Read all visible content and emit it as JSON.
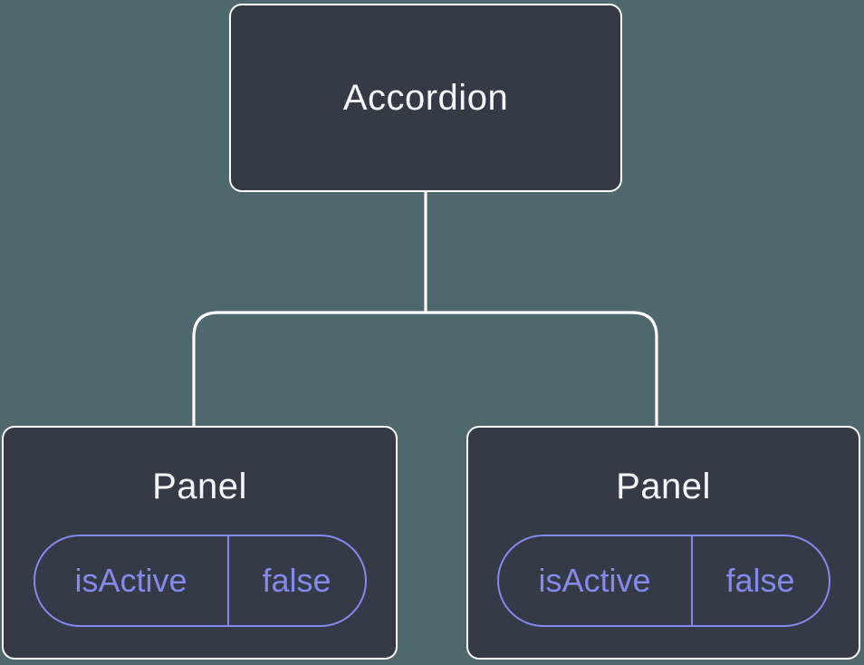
{
  "colors": {
    "background": "#4E686D",
    "node_fill": "#343A46",
    "node_border": "#FFFFFF",
    "node_text": "#F6F7F9",
    "accent_purple": "#8589EC",
    "connector": "#FFFFFF"
  },
  "tree": {
    "root": {
      "label": "Accordion"
    },
    "children": [
      {
        "label": "Panel",
        "prop": {
          "name": "isActive",
          "value": "false"
        }
      },
      {
        "label": "Panel",
        "prop": {
          "name": "isActive",
          "value": "false"
        }
      }
    ]
  }
}
